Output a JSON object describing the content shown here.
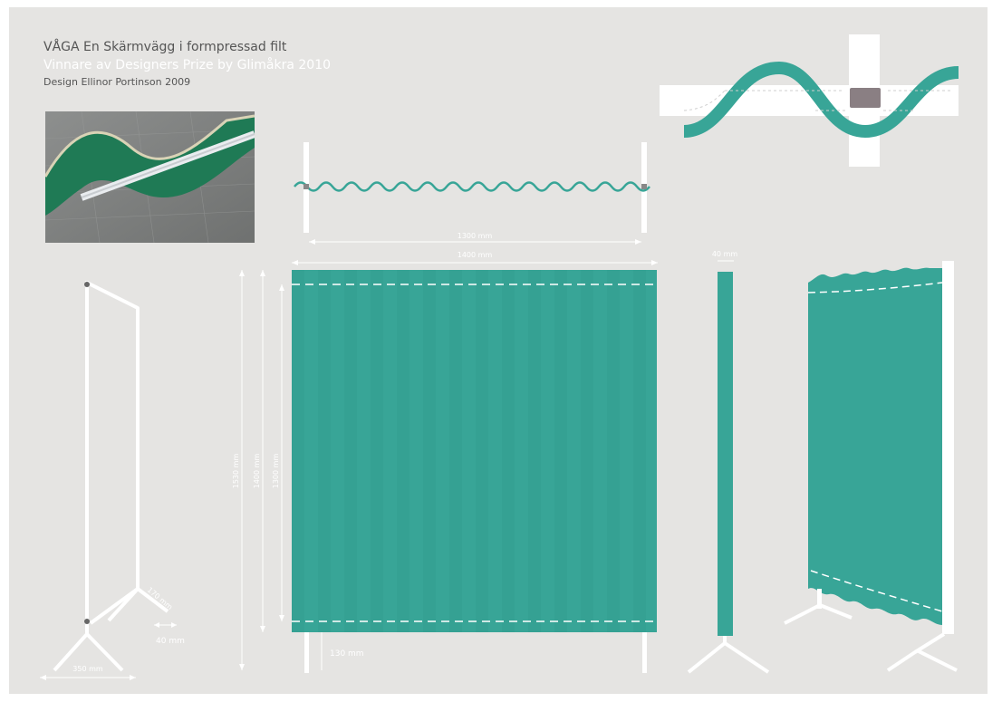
{
  "header": {
    "title": "VÅGA En Skärmvägg i formpressad filt",
    "prize": "Vinnare av Designers Prize by Glimåkra 2010",
    "credit": "Design Ellinor Portinson 2009"
  },
  "dimensions": {
    "width_inner": "1300 mm",
    "width_outer": "1400 mm",
    "height_total": "1530 mm",
    "height_frame": "1400 mm",
    "height_felt": "1300 mm",
    "leg_clearance": "130 mm",
    "depth_side": "40 mm",
    "foot_depth": "40 mm",
    "foot_angle": "170 mm",
    "foot_width": "350 mm"
  },
  "colors": {
    "felt": "#38a597",
    "felt_dark": "#2f9689",
    "frame": "#ffffff",
    "background": "#e5e4e2"
  }
}
